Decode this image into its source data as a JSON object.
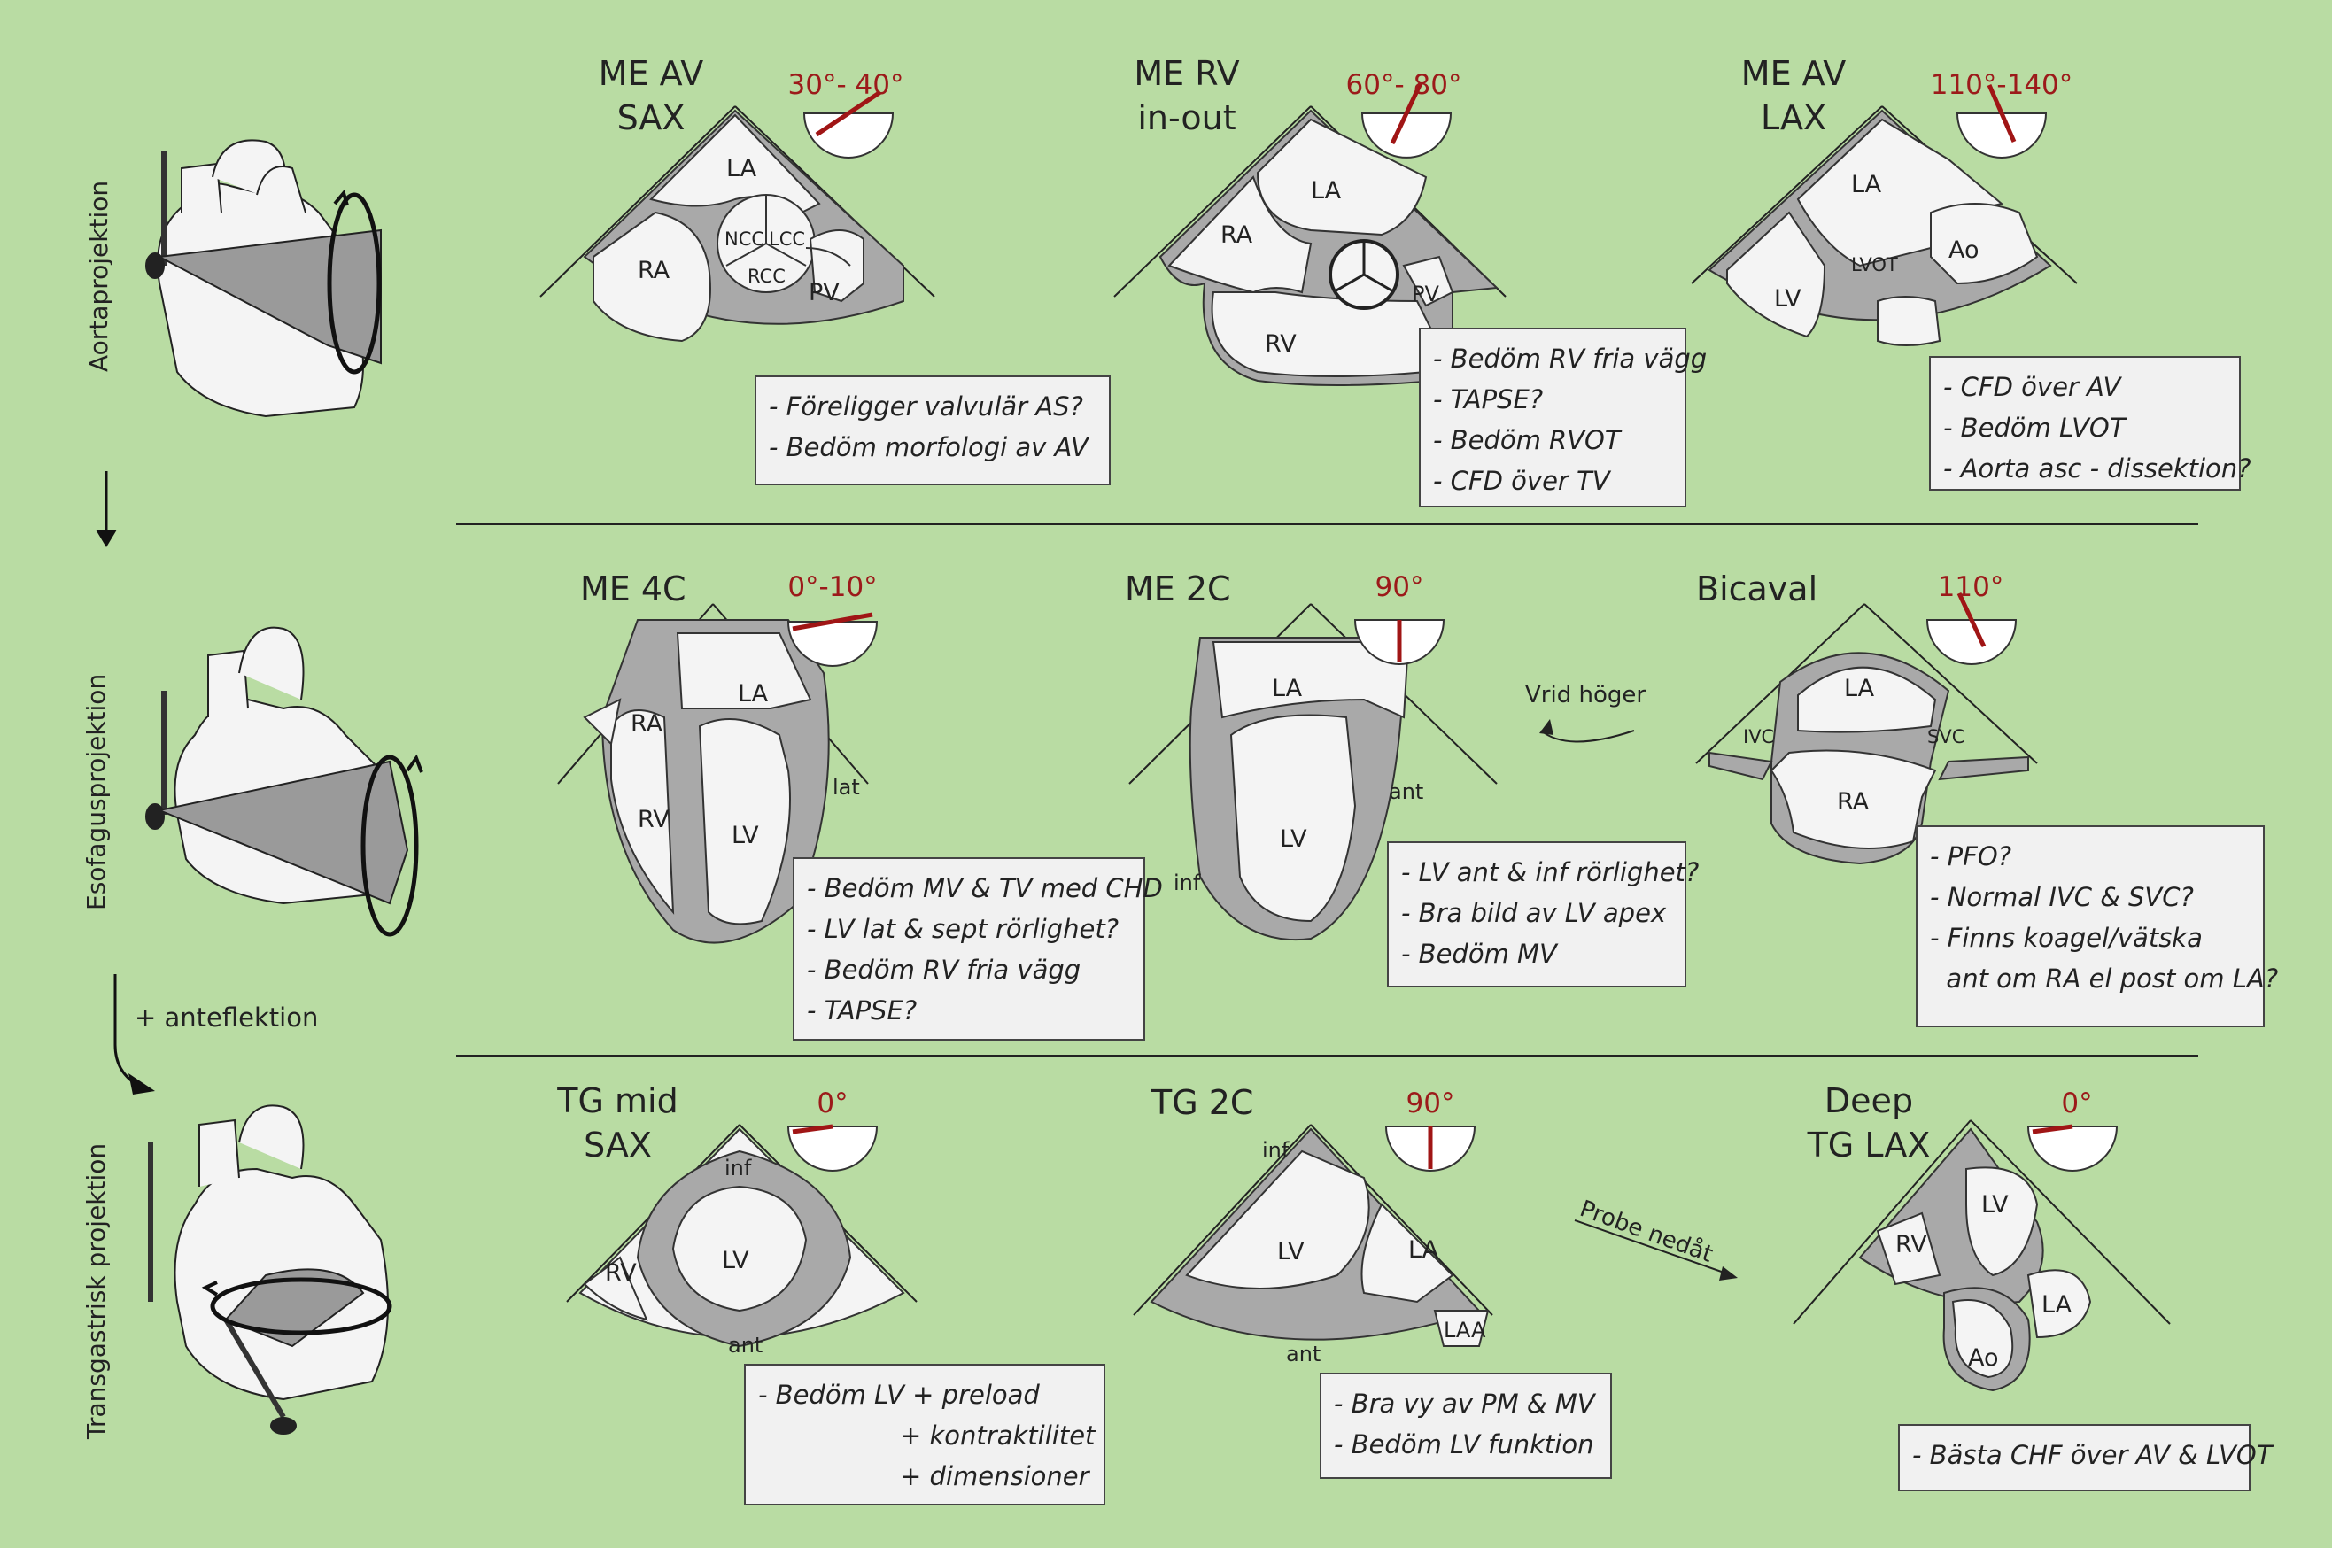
{
  "side_labels": {
    "aorta": "Aortaprojektion",
    "esofagus": "Esofagusprojektion",
    "transgastric": "Transgastrisk projektion"
  },
  "transitions": {
    "anteflexion": "+ anteflektion",
    "rotate_right": "Vrid höger",
    "probe_down": "Probe nedåt"
  },
  "panels": [
    {
      "title_lines": [
        "ME AV",
        "SAX"
      ],
      "angle": "30°- 40°",
      "notes": [
        "- Föreligger valvulär AS?",
        "- Bedöm morfologi av AV"
      ],
      "labels": [
        "LA",
        "RA",
        "NCC",
        "LCC",
        "RCC",
        "PV"
      ]
    },
    {
      "title_lines": [
        "ME RV",
        "in-out"
      ],
      "angle": "60°- 80°",
      "notes": [
        "- Bedöm RV fria vägg",
        "- TAPSE?",
        "- Bedöm RVOT",
        "- CFD över TV"
      ],
      "labels": [
        "LA",
        "RA",
        "RV",
        "PV"
      ]
    },
    {
      "title_lines": [
        "ME AV",
        "LAX"
      ],
      "angle": "110°-140°",
      "notes": [
        "- CFD över AV",
        "- Bedöm LVOT",
        "- Aorta asc - dissektion?"
      ],
      "labels": [
        "LA",
        "LV",
        "LVOT",
        "Ao"
      ]
    },
    {
      "title_lines": [
        "ME 4C"
      ],
      "angle": "0°-10°",
      "notes": [
        "- Bedöm MV & TV med CHD",
        "- LV lat & sept rörlighet?",
        "- Bedöm RV fria vägg",
        "- TAPSE?"
      ],
      "labels": [
        "RA",
        "LA",
        "RV",
        "LV",
        "lat"
      ]
    },
    {
      "title_lines": [
        "ME 2C"
      ],
      "angle": "90°",
      "notes": [
        "- LV ant & inf rörlighet?",
        "- Bra bild av LV apex",
        "- Bedöm MV"
      ],
      "labels": [
        "LA",
        "LV",
        "ant",
        "inf"
      ]
    },
    {
      "title_lines": [
        "Bicaval"
      ],
      "angle": "110°",
      "notes": [
        "- PFO?",
        "- Normal IVC & SVC?",
        "- Finns koagel/vätska",
        "  ant om RA el post om LA?"
      ],
      "labels": [
        "LA",
        "IVC",
        "SVC",
        "RA"
      ]
    },
    {
      "title_lines": [
        "TG mid",
        "SAX"
      ],
      "angle": "0°",
      "notes": [
        "- Bedöm LV  + preload",
        "+ kontraktilitet",
        "+ dimensioner"
      ],
      "labels": [
        "inf",
        "RV",
        "LV",
        "ant"
      ]
    },
    {
      "title_lines": [
        "TG 2C"
      ],
      "angle": "90°",
      "notes": [
        "- Bra vy av PM & MV",
        "- Bedöm LV funktion"
      ],
      "labels": [
        "inf",
        "LV",
        "LA",
        "LAA",
        "ant"
      ]
    },
    {
      "title_lines": [
        "Deep",
        "TG LAX"
      ],
      "angle": "0°",
      "notes": [
        "- Bästa CHF över AV & LVOT"
      ],
      "labels": [
        "RV",
        "LV",
        "LA",
        "Ao"
      ]
    }
  ]
}
